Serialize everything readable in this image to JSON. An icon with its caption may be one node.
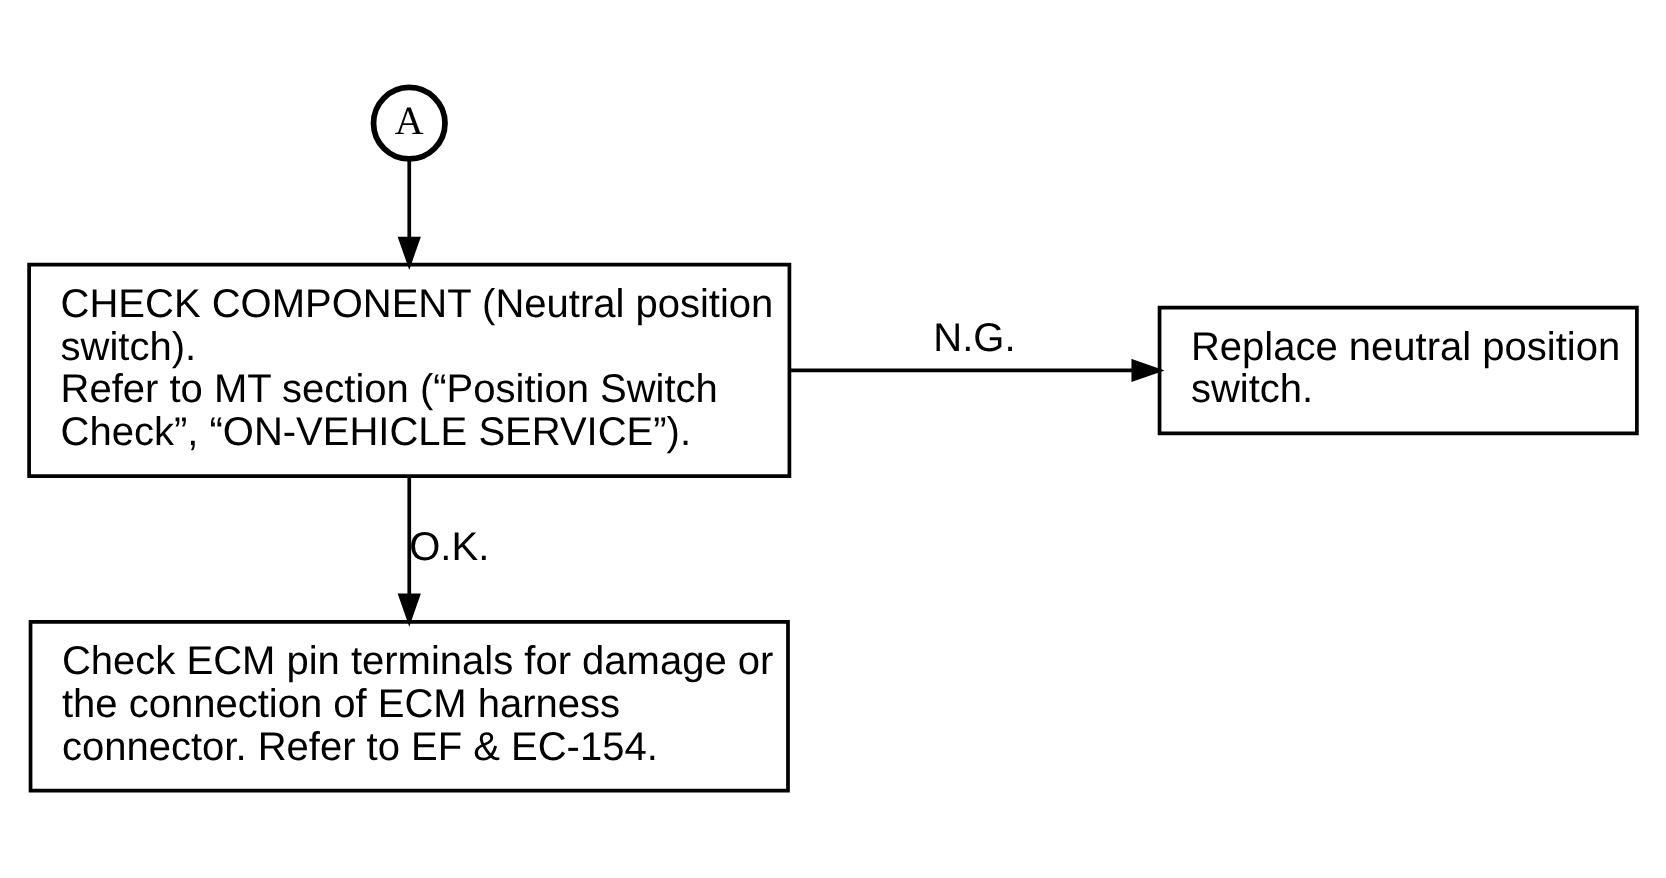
{
  "diagram": {
    "nodes": [
      {
        "text": [
          "A"
        ]
      },
      {
        "text": [
          "CHECK COMPONENT (Neutral position switch).",
          "Refer to MT section (“Position Switch Check”, “ON-VEHICLE SERVICE”)."
        ]
      },
      {
        "text": [
          "Replace neutral position switch."
        ]
      },
      {
        "text": [
          "Check ECM pin terminals for damage or the connection of ECM harness connector. Refer to EF & EC-154."
        ]
      }
    ],
    "edges": [
      {
        "from": 0,
        "to": 1,
        "arrow": "to"
      },
      {
        "from": 1,
        "to": 2,
        "arrow": "to",
        "label": "N.G."
      },
      {
        "from": 1,
        "to": 3,
        "arrow": "to",
        "label": "O.K."
      }
    ]
  }
}
